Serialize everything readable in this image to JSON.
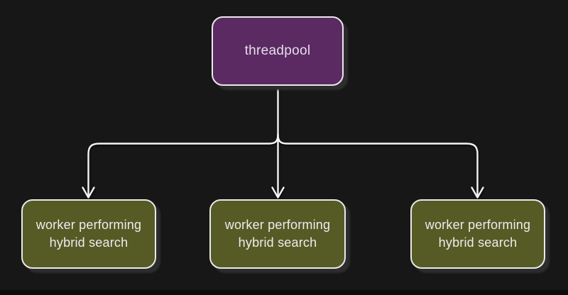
{
  "nodes": {
    "root": {
      "label": "threadpool"
    },
    "workers": [
      {
        "label": "worker performing hybrid search"
      },
      {
        "label": "worker performing hybrid search"
      },
      {
        "label": "worker performing hybrid search"
      }
    ]
  },
  "colors": {
    "background": "#171717",
    "letterbox": "#0c0c0c",
    "root_fill": "#5b2a62",
    "root_text": "#e7ddeb",
    "worker_fill": "#565a25",
    "worker_text": "#ededed",
    "node_border": "#e9e9e9",
    "node_shadow": "#2d2d2d",
    "connector": "#f4f4f4"
  }
}
